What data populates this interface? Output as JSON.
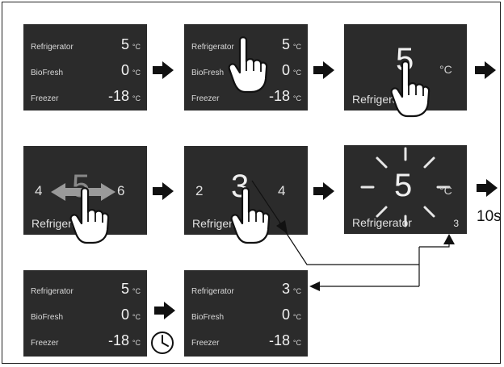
{
  "unit": "°C",
  "rows": [
    "Refrigerator",
    "BioFresh",
    "Freezer"
  ],
  "panel1": {
    "fridge": "5",
    "bio": "0",
    "freezer": "-18"
  },
  "panel2": {
    "fridge": "5",
    "bio": "0",
    "freezer": "-18"
  },
  "panel3": {
    "value": "5",
    "label": "Refrigerator"
  },
  "panel4": {
    "left": "4",
    "value": "5",
    "right": "6",
    "label": "Refrigerator"
  },
  "panel5": {
    "left": "2",
    "value": "3",
    "right": "4",
    "label": "Refrigerator"
  },
  "panel6": {
    "value": "5",
    "label": "Refrigerator",
    "corner": "3"
  },
  "panel7": {
    "fridge": "5",
    "bio": "0",
    "freezer": "-18"
  },
  "panel8": {
    "fridge": "3",
    "bio": "0",
    "freezer": "-18"
  },
  "timer_label": "10s",
  "icons": [
    "tap-hand-icon",
    "swipe-arrows-icon",
    "clock-icon",
    "flash-rays-icon",
    "right-arrow-icon"
  ]
}
